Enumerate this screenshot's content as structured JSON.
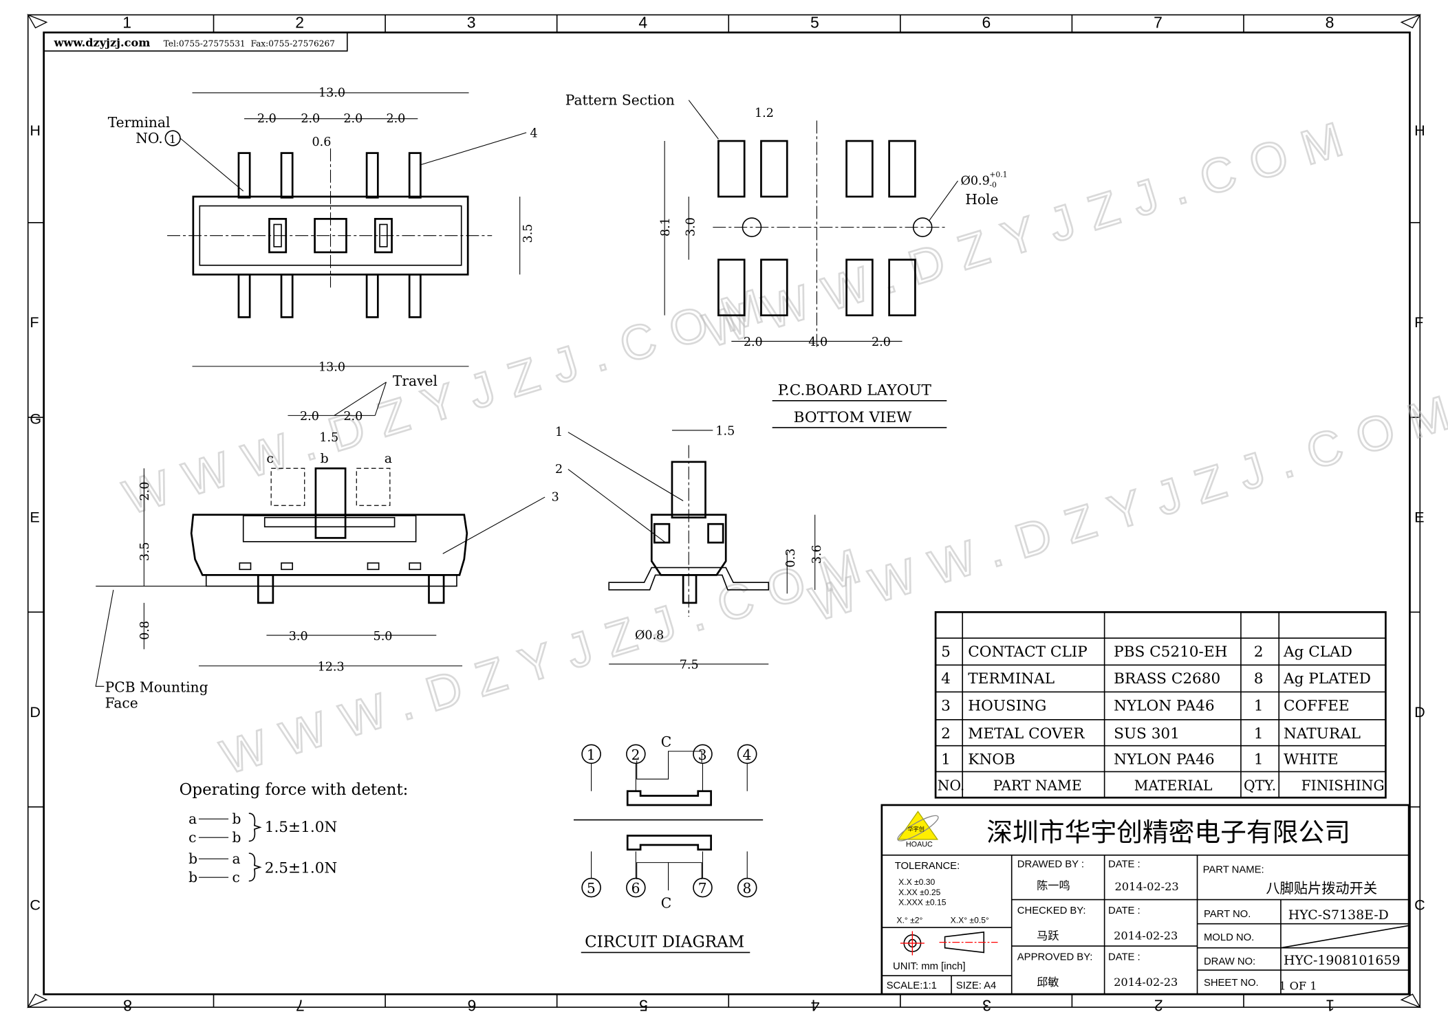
{
  "header": {
    "website": "www.dzyjzj.com",
    "tel": "Tel:0755-27575531",
    "fax": "Fax:0755-27576267"
  },
  "border": {
    "cols_top": [
      "1",
      "2",
      "3",
      "4",
      "5",
      "6",
      "7",
      "8"
    ],
    "cols_bottom": [
      "8",
      "7",
      "6",
      "5",
      "4",
      "3",
      "2",
      "1"
    ],
    "rows": [
      "H",
      "G",
      "F",
      "E",
      "D",
      "C"
    ]
  },
  "watermark": "WWW.DZYJZJ.COM",
  "top_view": {
    "overall": "13.0",
    "pitch": [
      "2.0",
      "2.0",
      "2.0",
      "2.0"
    ],
    "pin_width": "0.6",
    "height": "3.5",
    "terminal_label": "Terminal",
    "terminal_no": "NO.",
    "terminal_num": "1",
    "callout": "4"
  },
  "pcb_layout": {
    "pattern_label": "Pattern Section",
    "pad_width": "1.2",
    "hole_dia": "Ø0.9",
    "hole_tol_plus": "+0.1",
    "hole_tol_minus": "-0",
    "hole_label": "Hole",
    "h_total": "8.1",
    "h_inner": "3.0",
    "dims_bottom": [
      "2.0",
      "4.0",
      "2.0"
    ],
    "title": "P.C.BOARD LAYOUT",
    "subtitle": "BOTTOM VIEW"
  },
  "front_view": {
    "overall": "13.0",
    "travel_label": "Travel",
    "travel": [
      "2.0",
      "2.0"
    ],
    "knob_width": "1.5",
    "positions": [
      "c",
      "b",
      "a"
    ],
    "knob_h": "2.0",
    "body_h": "3.5",
    "standoff": "0.8",
    "pin_dims": [
      "3.0",
      "5.0"
    ],
    "base": "12.3",
    "callout": "3",
    "pcb_label": "PCB Mounting",
    "pcb_label2": "Face"
  },
  "side_view": {
    "knob": "1.5",
    "callouts": [
      "1",
      "2"
    ],
    "h1": "0.3",
    "h2": "3.6",
    "pin": "Ø0.8",
    "width": "7.5"
  },
  "operating": {
    "title": "Operating force with detent:",
    "rows": [
      {
        "a": "a",
        "b": "b"
      },
      {
        "a": "c",
        "b": "b"
      },
      {
        "a": "b",
        "b": "a"
      },
      {
        "a": "b",
        "b": "c"
      }
    ],
    "force1": "1.5±1.0N",
    "force2": "2.5±1.0N"
  },
  "circuit": {
    "title": "CIRCUIT DIAGRAM",
    "top": [
      "1",
      "2",
      "3",
      "4"
    ],
    "bottom": [
      "5",
      "6",
      "7",
      "8"
    ],
    "common": "C"
  },
  "bom": {
    "headers": [
      "NO.",
      "PART NAME",
      "MATERIAL",
      "QTY.",
      "FINISHING"
    ],
    "rows": [
      [
        "5",
        "CONTACT CLIP",
        "PBS C5210-EH",
        "2",
        "Ag CLAD"
      ],
      [
        "4",
        "TERMINAL",
        "BRASS C2680",
        "8",
        "Ag PLATED"
      ],
      [
        "3",
        "HOUSING",
        "NYLON PA46",
        "1",
        "COFFEE"
      ],
      [
        "2",
        "METAL COVER",
        "SUS 301",
        "1",
        "NATURAL"
      ],
      [
        "1",
        "KNOB",
        "NYLON PA46",
        "1",
        "WHITE"
      ]
    ]
  },
  "title_block": {
    "company": "深圳市华宇创精密电子有限公司",
    "logo_text": "HOAUC",
    "logo_cn": "华宇创",
    "tolerance": "TOLERANCE:",
    "tol": [
      "X.X    ±0.30",
      "X.XX   ±0.25",
      "X.XXX  ±0.15"
    ],
    "ang1": "X.° ±2°",
    "ang2": "X.X° ±0.5°",
    "unit": "UNIT:  mm  [inch]",
    "scale": "SCALE:1:1",
    "size": "SIZE: A4",
    "drawn_by": "DRAWED BY :",
    "drawn_name": "陈一鸣",
    "checked_by": "CHECKED BY:",
    "checked_name": "马跃",
    "approved_by": "APPROVED BY:",
    "approved_name": "邱敏",
    "date_label": "DATE :",
    "date": "2014-02-23",
    "part_name_label": "PART NAME:",
    "part_name": "八脚贴片拨动开关",
    "part_no_label": "PART NO.",
    "part_no": "HYC-S7138E-D",
    "mold_no_label": "MOLD NO.",
    "draw_no_label": "DRAW NO:",
    "draw_no": "HYC-1908101659",
    "sheet_no_label": "SHEET NO.",
    "sheet_no": "1 OF 1"
  }
}
